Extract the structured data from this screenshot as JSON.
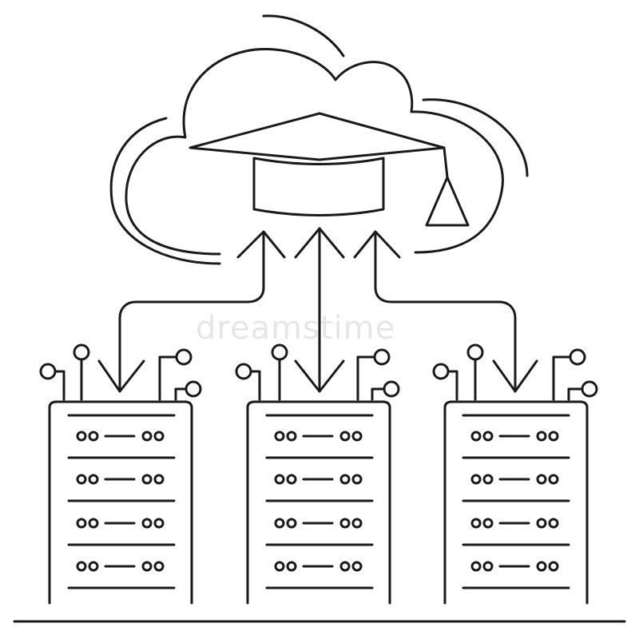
{
  "watermark": {
    "text": "dreamstime"
  },
  "colors": {
    "stroke": "#1a1a1a",
    "background": "#ffffff",
    "watermark": "#e6e6e6"
  },
  "icons": {
    "central": "graduation-cap-icon",
    "container": "cloud-icon",
    "nodes": "server-rack-icon"
  },
  "servers": [
    {
      "id": "left",
      "rows": 4
    },
    {
      "id": "center",
      "rows": 4
    },
    {
      "id": "right",
      "rows": 4
    }
  ]
}
